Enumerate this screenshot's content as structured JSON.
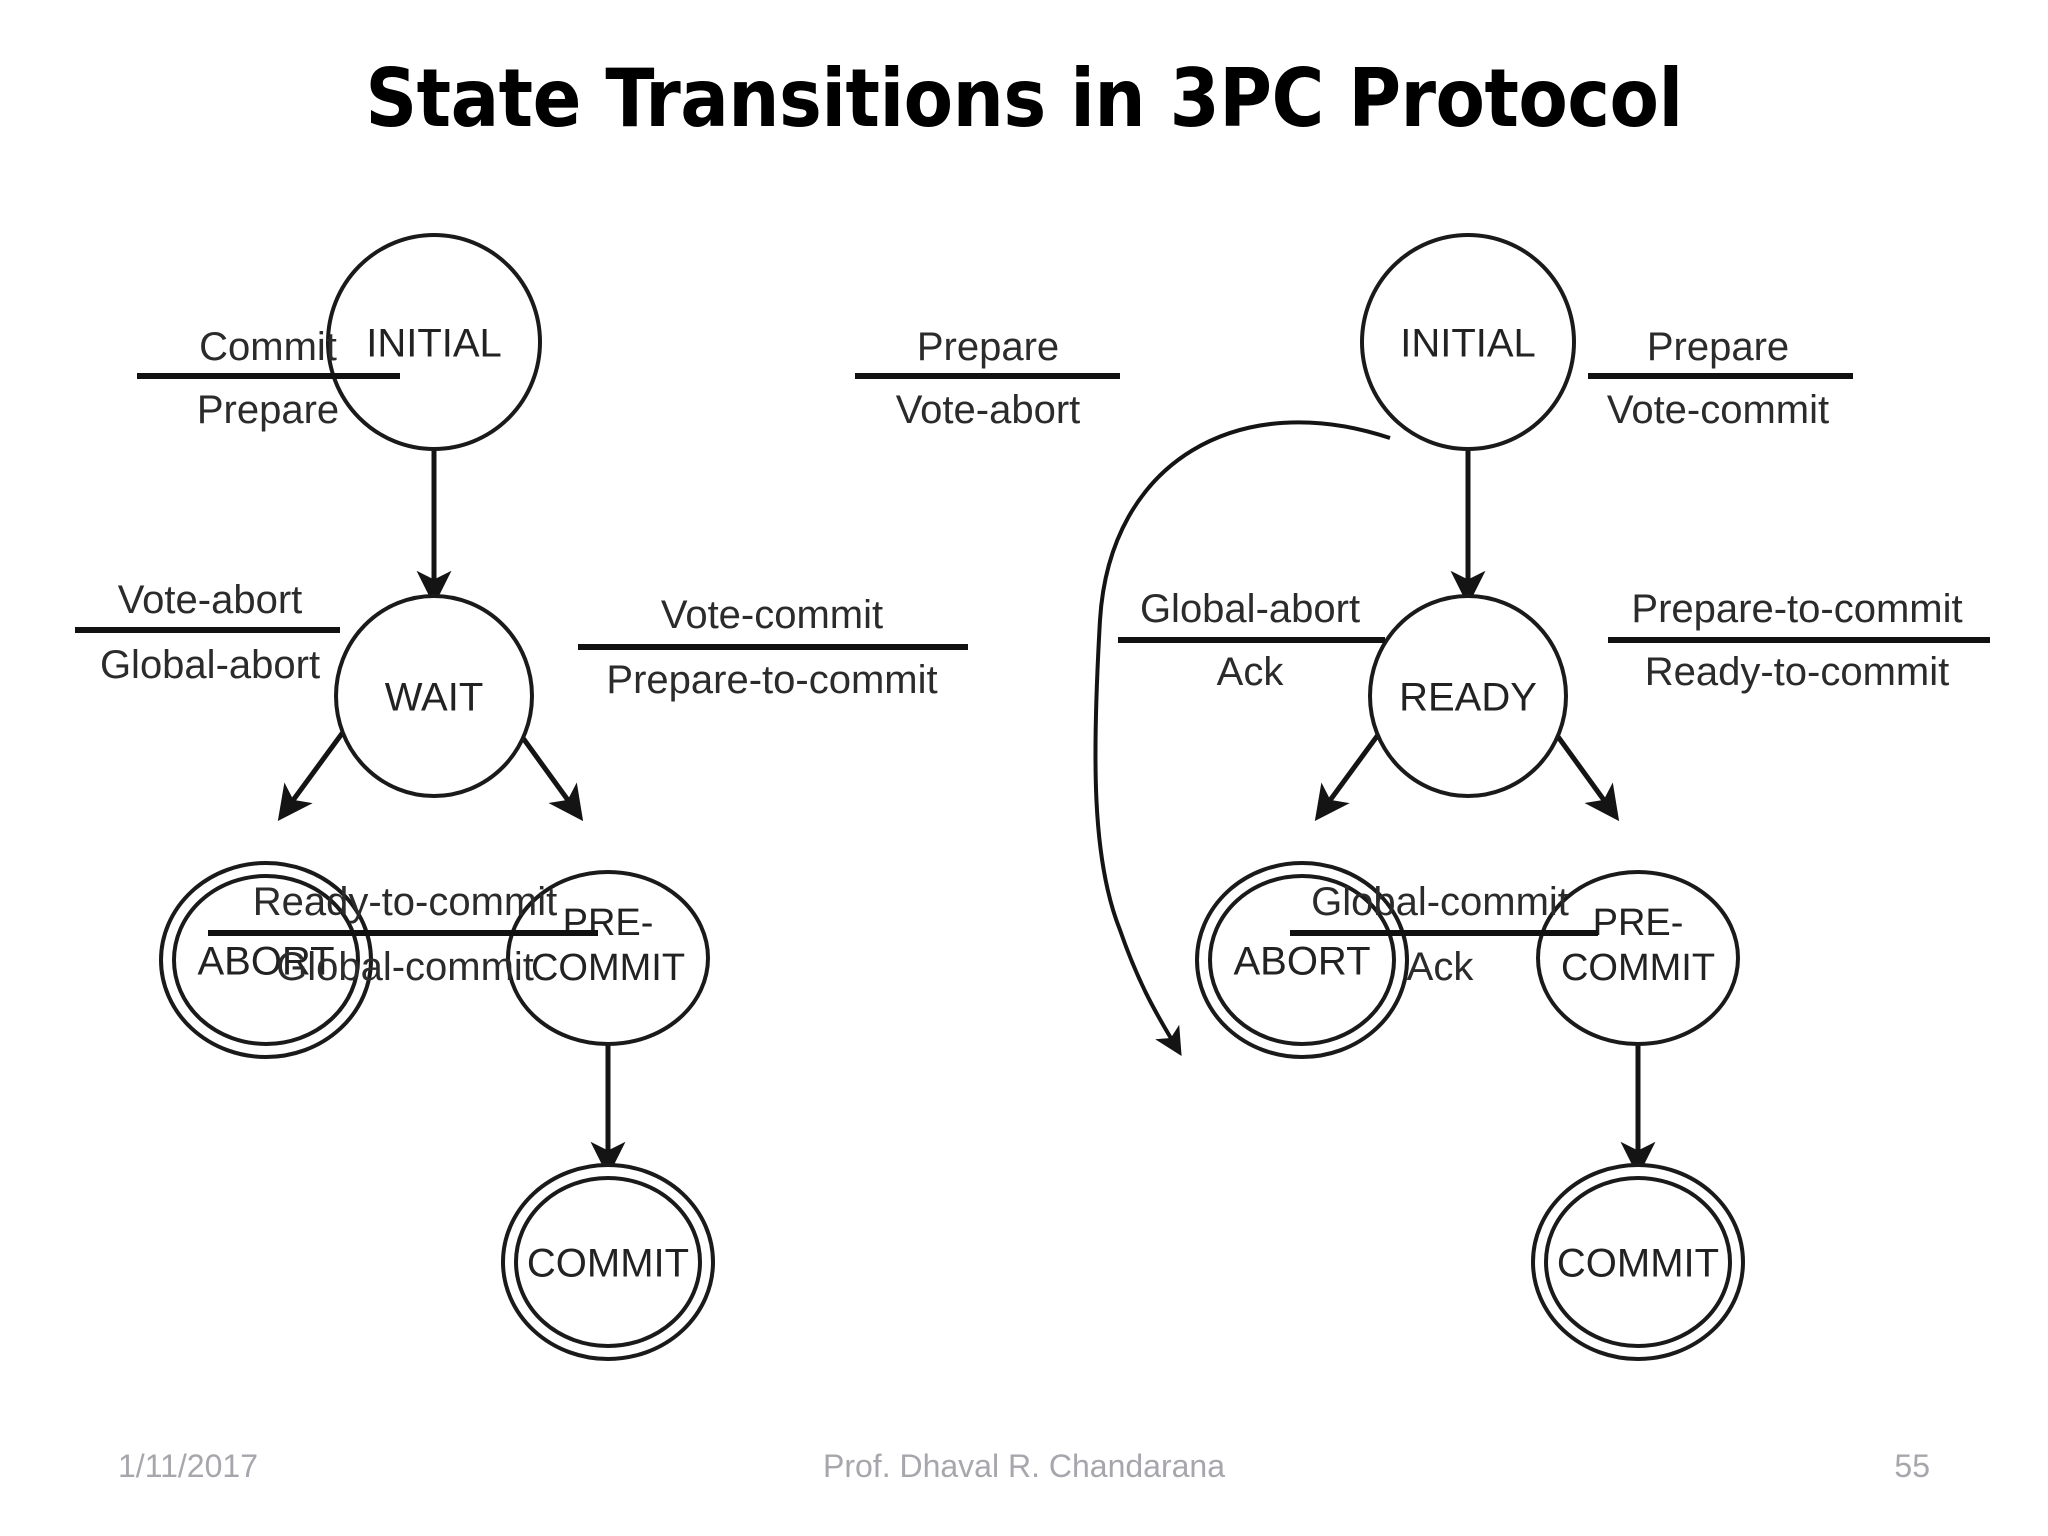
{
  "slide": {
    "title": "State Transitions in 3PC Protocol",
    "background_color": "#ffffff",
    "ink_color": "#141414"
  },
  "footer": {
    "date": "1/11/2017",
    "author": "Prof. Dhaval R. Chandarana",
    "page_number": "55",
    "color": "#a6a6ad"
  },
  "diagrams": {
    "coordinator": {
      "states": {
        "initial": "INITIAL",
        "wait": "WAIT",
        "abort": "ABORT",
        "precommit_line1": "PRE-",
        "precommit_line2": "COMMIT",
        "commit": "COMMIT"
      },
      "transitions": [
        {
          "from": "INITIAL",
          "to": "WAIT",
          "received": "Commit",
          "sent": "Prepare"
        },
        {
          "from": "WAIT",
          "to": "ABORT",
          "received": "Vote-abort",
          "sent": "Global-abort"
        },
        {
          "from": "WAIT",
          "to": "PRE-COMMIT",
          "received": "Vote-commit",
          "sent": "Prepare-to-commit"
        },
        {
          "from": "PRE-COMMIT",
          "to": "COMMIT",
          "received": "Ready-to-commit",
          "sent": "Global-commit"
        }
      ],
      "labels": {
        "initial_wait_top": "Commit",
        "initial_wait_bottom": "Prepare",
        "wait_abort_top": "Vote-abort",
        "wait_abort_bottom": "Global-abort",
        "wait_precommit_top": "Vote-commit",
        "wait_precommit_bottom": "Prepare-to-commit",
        "precommit_commit_top": "Ready-to-commit",
        "precommit_commit_bottom": "Global-commit"
      }
    },
    "participant": {
      "states": {
        "initial": "INITIAL",
        "ready": "READY",
        "abort": "ABORT",
        "precommit_line1": "PRE-",
        "precommit_line2": "COMMIT",
        "commit": "COMMIT"
      },
      "transitions": [
        {
          "from": "INITIAL",
          "to": "ABORT",
          "received": "Prepare",
          "sent": "Vote-abort"
        },
        {
          "from": "INITIAL",
          "to": "READY",
          "received": "Prepare",
          "sent": "Vote-commit"
        },
        {
          "from": "READY",
          "to": "ABORT",
          "received": "Global-abort",
          "sent": "Ack"
        },
        {
          "from": "READY",
          "to": "PRE-COMMIT",
          "received": "Prepare-to-commit",
          "sent": "Ready-to-commit"
        },
        {
          "from": "PRE-COMMIT",
          "to": "COMMIT",
          "received": "Global-commit",
          "sent": "Ack"
        }
      ],
      "labels": {
        "initial_abort_top": "Prepare",
        "initial_abort_bottom": "Vote-abort",
        "initial_ready_top": "Prepare",
        "initial_ready_bottom": "Vote-commit",
        "ready_abort_top": "Global-abort",
        "ready_abort_bottom": "Ack",
        "ready_precommit_top": "Prepare-to-commit",
        "ready_precommit_bottom": "Ready-to-commit",
        "precommit_commit_top": "Global-commit",
        "precommit_commit_bottom": "Ack"
      }
    }
  }
}
